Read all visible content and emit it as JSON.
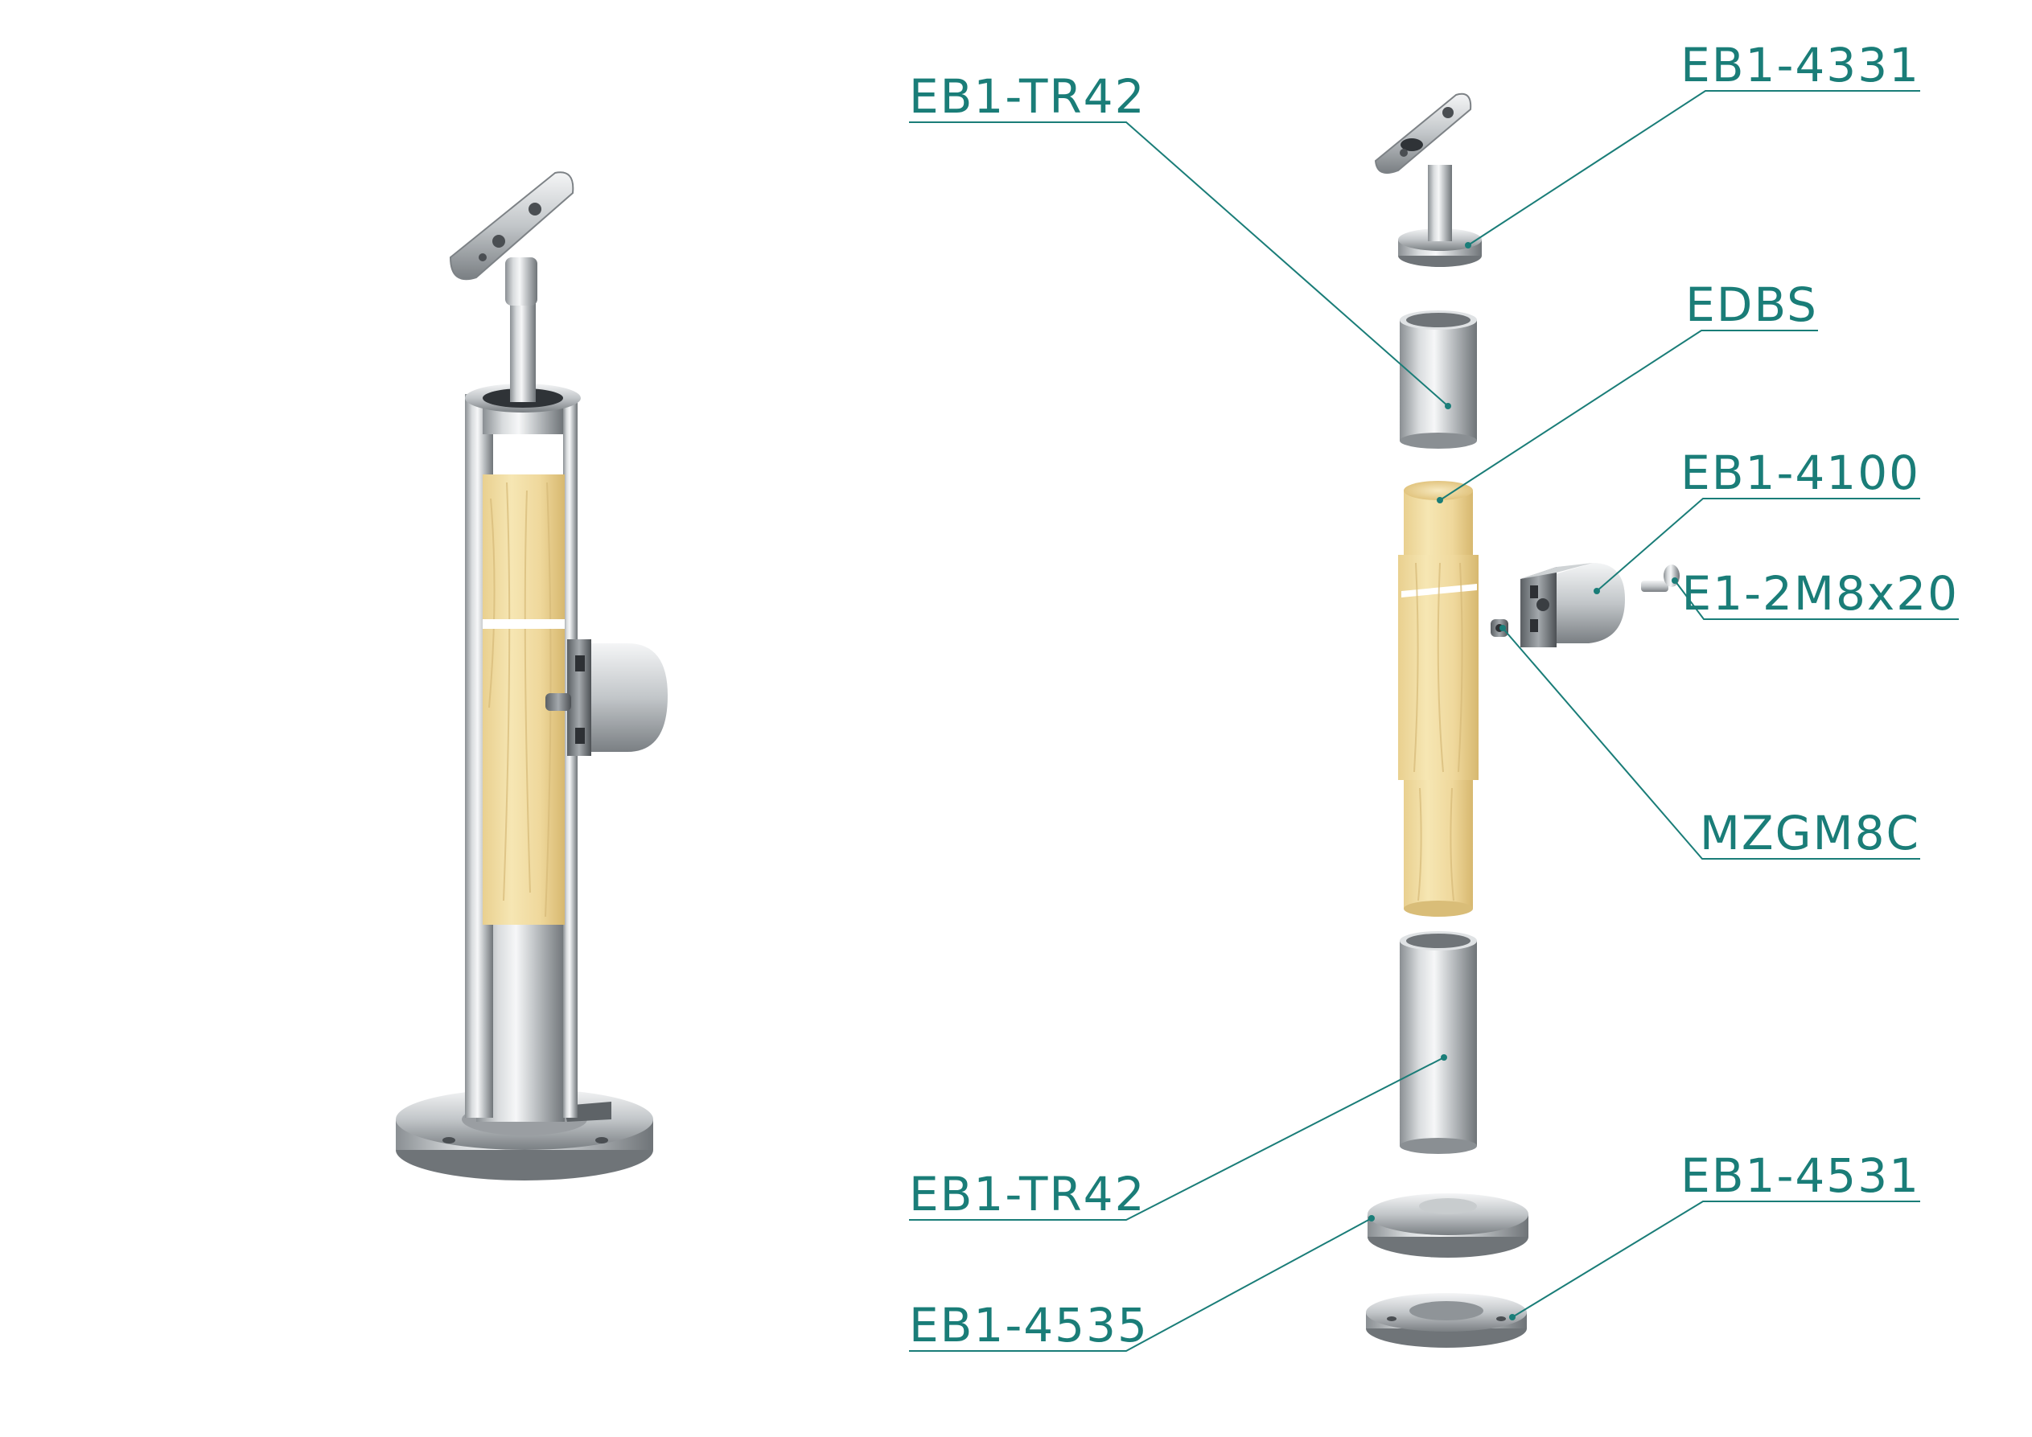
{
  "labels": {
    "tube_top": "EB1-TR42",
    "handrail_holder": "EB1-4331",
    "wood_insert": "EDBS",
    "clamp": "EB1-4100",
    "screw": "E1-2M8x20",
    "threaded_pin": "MZGM8C",
    "tube_bottom": "EB1-TR42",
    "base_plate": "EB1-4531",
    "cover": "EB1-4535"
  },
  "colors": {
    "label": "#1a7d78",
    "leader": "#1a7d78",
    "steel_dark": "#7f8488",
    "steel_light": "#eef0f1",
    "wood_light": "#f3e1a6",
    "wood_dark": "#d9bd78"
  }
}
